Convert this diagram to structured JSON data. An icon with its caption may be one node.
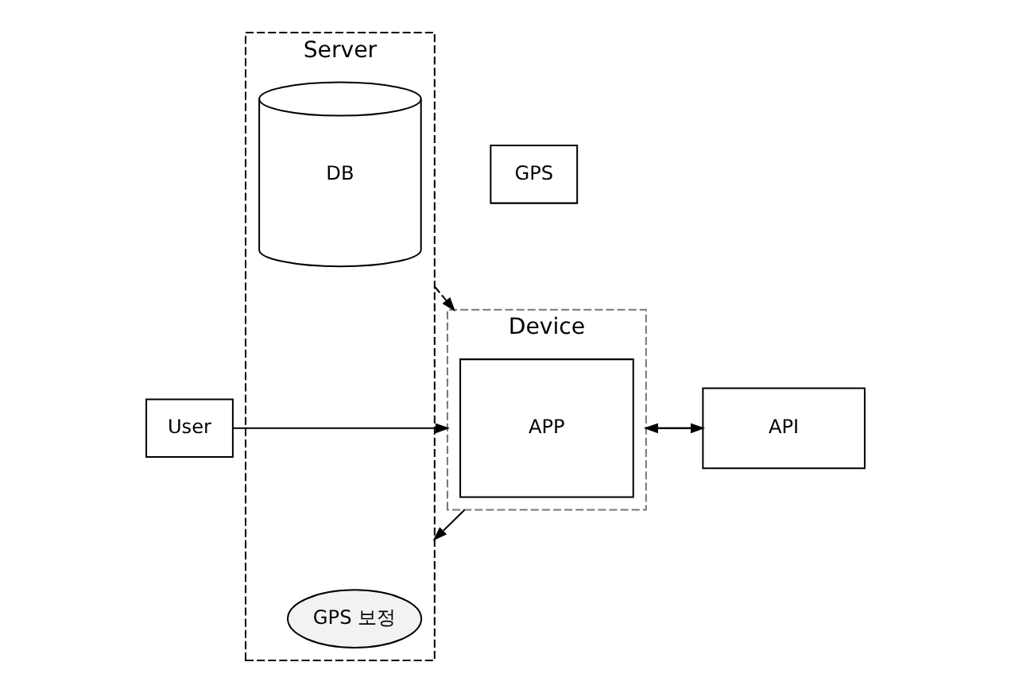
{
  "diagram": {
    "nodes": [
      {
        "text": [
          "Server"
        ]
      },
      {
        "text": [
          "DB"
        ],
        "in": 0
      },
      {
        "text": [
          "GPS 보정"
        ],
        "in": 0
      },
      {
        "text": [
          "Device"
        ]
      },
      {
        "text": [
          "APP"
        ],
        "in": 3
      },
      {
        "text": [
          "GPS"
        ]
      },
      {
        "text": [
          "User"
        ]
      },
      {
        "text": [
          "API"
        ]
      }
    ],
    "edges": [
      {
        "from": 0,
        "to": 3,
        "arrow": "to",
        "style": "dashed"
      },
      {
        "from": 3,
        "to": 0,
        "arrow": "to"
      },
      {
        "from": 6,
        "to": 3,
        "arrow": "to"
      },
      {
        "from": 3,
        "to": 7,
        "arrow": "to"
      },
      {
        "from": 7,
        "to": 3,
        "arrow": "to"
      }
    ]
  }
}
